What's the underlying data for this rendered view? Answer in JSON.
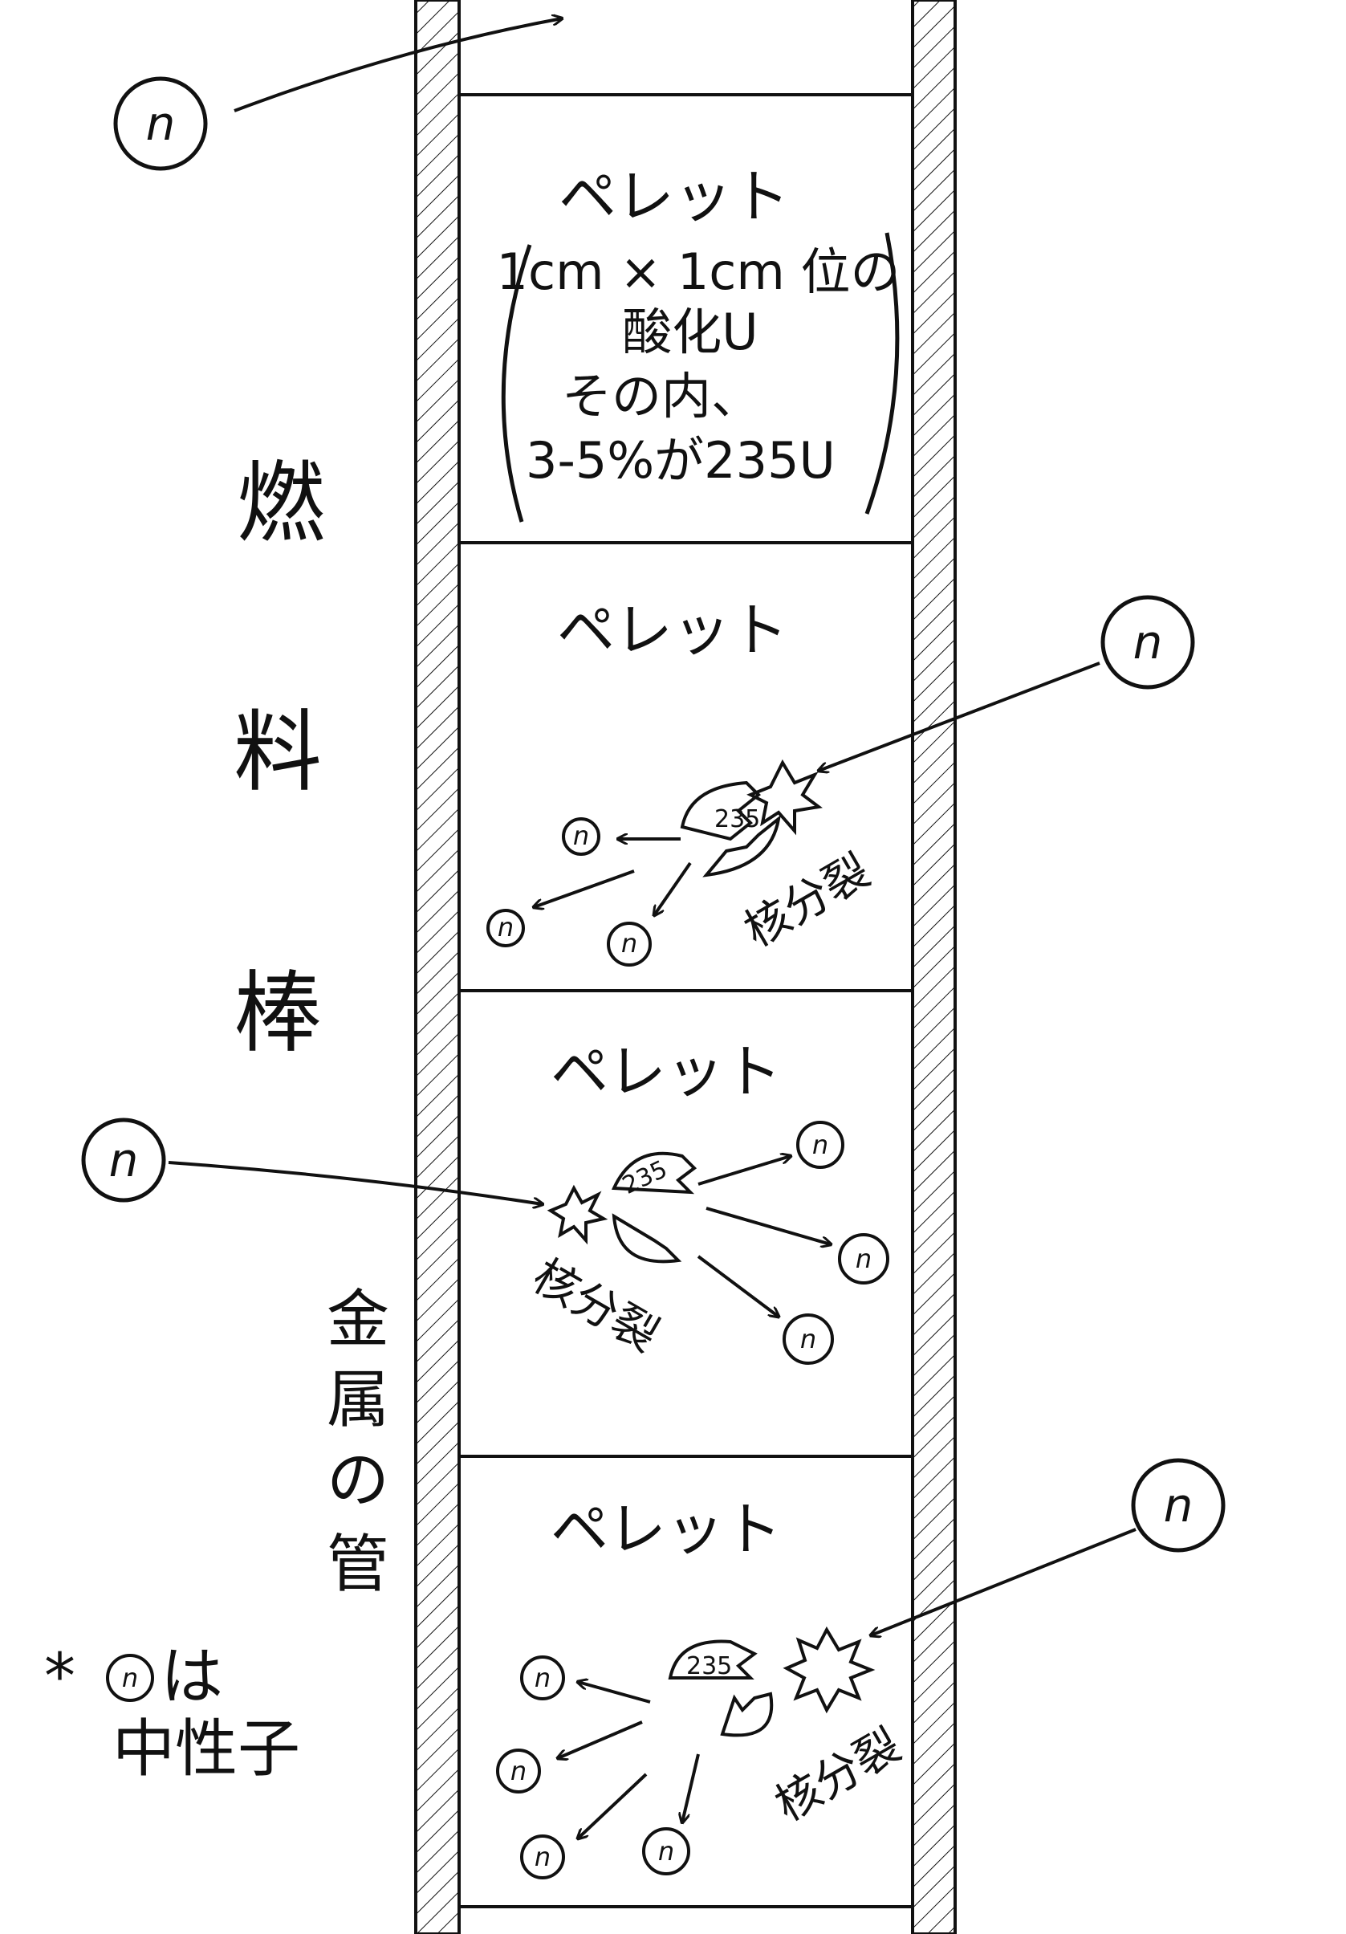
{
  "title": "燃料棒",
  "title_chars": [
    "燃",
    "料",
    "棒"
  ],
  "tube_label_chars": [
    "金",
    "属",
    "の",
    "管"
  ],
  "pellet_label": "ペレット",
  "pellet_note": [
    "1cm × 1cm 位の",
    "酸化U",
    "その内、",
    "3-5%が235U"
  ],
  "neutron_symbol": "n",
  "isotope": "235",
  "fission_label": "核分裂",
  "legend": {
    "prefix": "*",
    "symbol": "n",
    "line1_suffix": "は",
    "line2": "中性子"
  },
  "colors": {
    "ink": "#111111",
    "paper": "#ffffff"
  }
}
